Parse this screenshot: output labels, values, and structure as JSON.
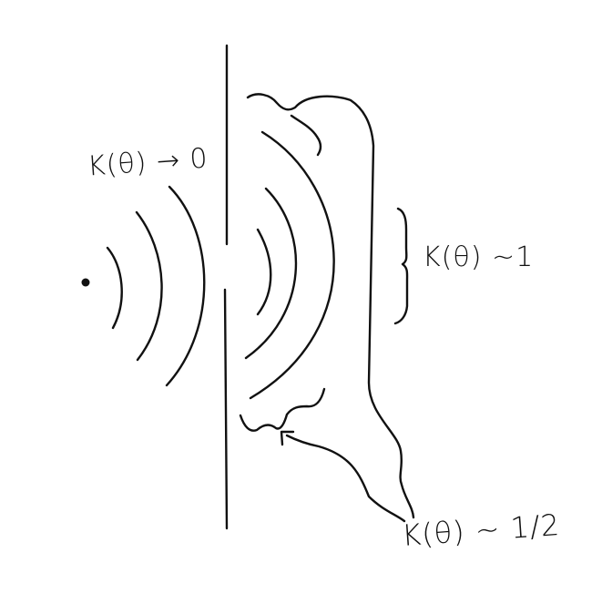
{
  "diagram": {
    "labels": {
      "back": "K(θ) → 0",
      "center": "K(θ)  ~1",
      "edge": "K(θ) ~ 1/2"
    }
  }
}
